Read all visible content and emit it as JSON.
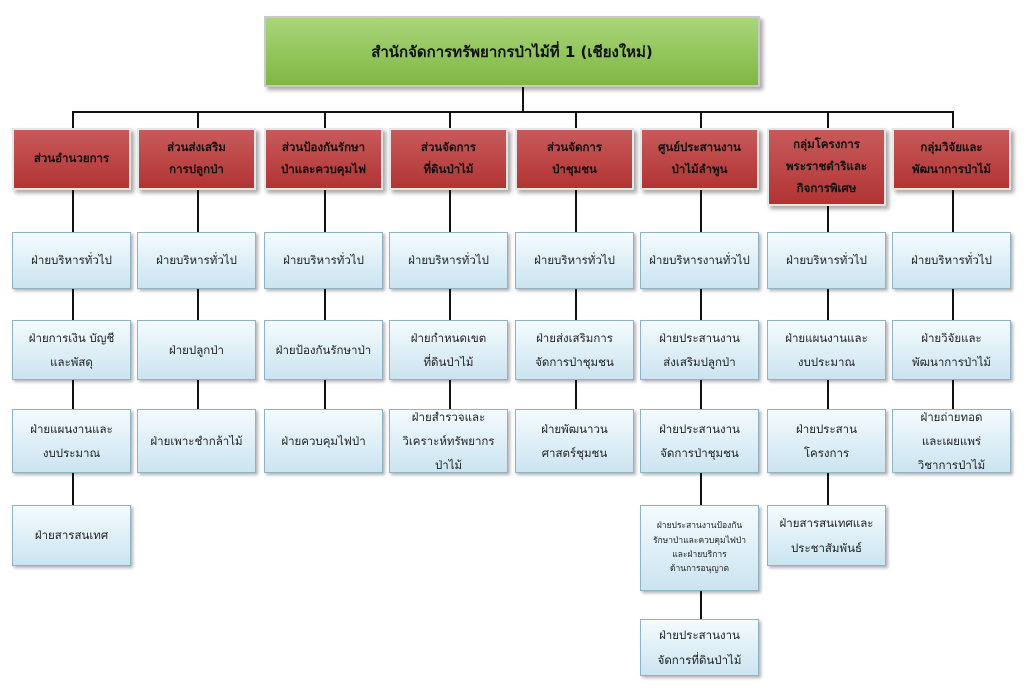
{
  "root": {
    "title": "สำนักจัดการทรัพยากรป่าไม้ที่ 1 (เชียงใหม่)"
  },
  "colors": {
    "root_fill": "#8cc152",
    "division_fill": "#c0504d",
    "section_fill": "#daeef8",
    "connector": "#111111"
  },
  "divisions": [
    {
      "label": "ส่วนอำนวยการ",
      "sections": [
        "ฝ่ายบริหารทั่วไป",
        "ฝ่ายการเงิน บัญชี\nและพัสดุ",
        "ฝ่ายแผนงานและ\nงบประมาณ",
        "ฝ่ายสารสนเทศ"
      ]
    },
    {
      "label": "ส่วนส่งเสริม\nการปลูกป่า",
      "sections": [
        "ฝ่ายบริหารทั่วไป",
        "ฝ่ายปลูกป่า",
        "ฝ่ายเพาะชำกล้าไม้"
      ]
    },
    {
      "label": "ส่วนป้องกันรักษา\nป่าและควบคุมไฟ",
      "sections": [
        "ฝ่ายบริหารทั่วไป",
        "ฝ่ายป้องกันรักษาป่า",
        "ฝ่ายควบคุมไฟป่า"
      ]
    },
    {
      "label": "ส่วนจัดการ\nที่ดินป่าไม้",
      "sections": [
        "ฝ่ายบริหารทั่วไป",
        "ฝ่ายกำหนดเขต\nที่ดินป่าไม้",
        "ฝ่ายสำรวจและ\nวิเคราะห์ทรัพยากร\nป่าไม้"
      ]
    },
    {
      "label": "ส่วนจัดการ\nป่าชุมชน",
      "sections": [
        "ฝ่ายบริหารทั่วไป",
        "ฝ่ายส่งเสริมการ\nจัดการป่าชุมชน",
        "ฝ่ายพัฒนาวน\nศาสตร์ชุมชน"
      ]
    },
    {
      "label": "ศูนย์ประสานงาน\nป่าไม้ลำพูน",
      "sections": [
        "ฝ่ายบริหารงานทั่วไป",
        "ฝ่ายประสานงาน\nส่งเสริมปลูกป่า",
        "ฝ่ายประสานงาน\nจัดการป่าชุมชน",
        "ฝ่ายประสานงานป้องกัน\nรักษาป่าและควบคุมไฟป่า\nและฝ่ายบริการ\nด้านการอนุญาต",
        "ฝ่ายประสานงาน\nจัดการที่ดินป่าไม้"
      ]
    },
    {
      "label": "กลุ่มโครงการ\nพระราชดำริและ\nกิจการพิเศษ",
      "sections": [
        "ฝ่ายบริหารทั่วไป",
        "ฝ่ายแผนงานและ\nงบประมาณ",
        "ฝ่ายประสาน\nโครงการ",
        "ฝ่ายสารสนเทศและ\nประชาสัมพันธ์"
      ]
    },
    {
      "label": "กลุ่มวิจัยและ\nพัฒนาการป่าไม้",
      "sections": [
        "ฝ่ายบริหารทั่วไป",
        "ฝ่ายวิจัยและ\nพัฒนาการป่าไม้",
        "ฝ่ายถ่ายทอด\nและเผยแพร่\nวิชาการป่าไม้"
      ]
    }
  ]
}
